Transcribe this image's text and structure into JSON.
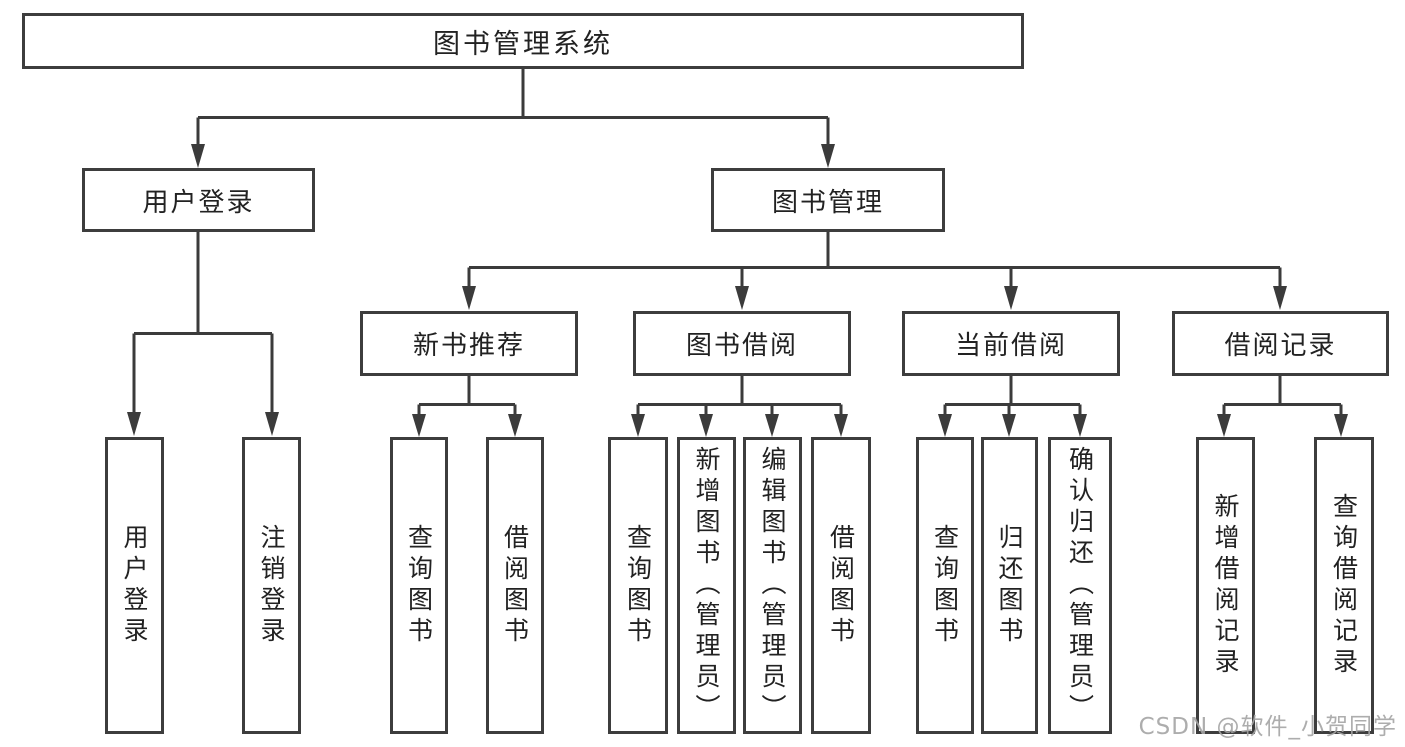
{
  "nodes": {
    "root": "图书管理系统",
    "user_login": "用户登录",
    "book_mgmt": "图书管理",
    "login_user": "用户登录",
    "login_logout": "注销登录",
    "new_book": "新书推荐",
    "book_borrow": "图书借阅",
    "current_borrow": "当前借阅",
    "borrow_record": "借阅记录",
    "nb_query": "查询图书",
    "nb_borrow": "借阅图书",
    "bb_query": "查询图书",
    "bb_add": "新增图书（管理员）",
    "bb_edit": "编辑图书（管理员）",
    "bb_borrow": "借阅图书",
    "cb_query": "查询图书",
    "cb_return": "归还图书",
    "cb_confirm": "确认归还（管理员）",
    "br_add": "新增借阅记录",
    "br_query": "查询借阅记录"
  },
  "watermark": "CSDN @软件_小贺同学",
  "colors": {
    "line": "#3b3b3b",
    "border": "#3d3d3d",
    "text": "#222222",
    "box_fill": "#ffffff",
    "background": "#ffffff",
    "watermark": "#a5a5a5"
  }
}
